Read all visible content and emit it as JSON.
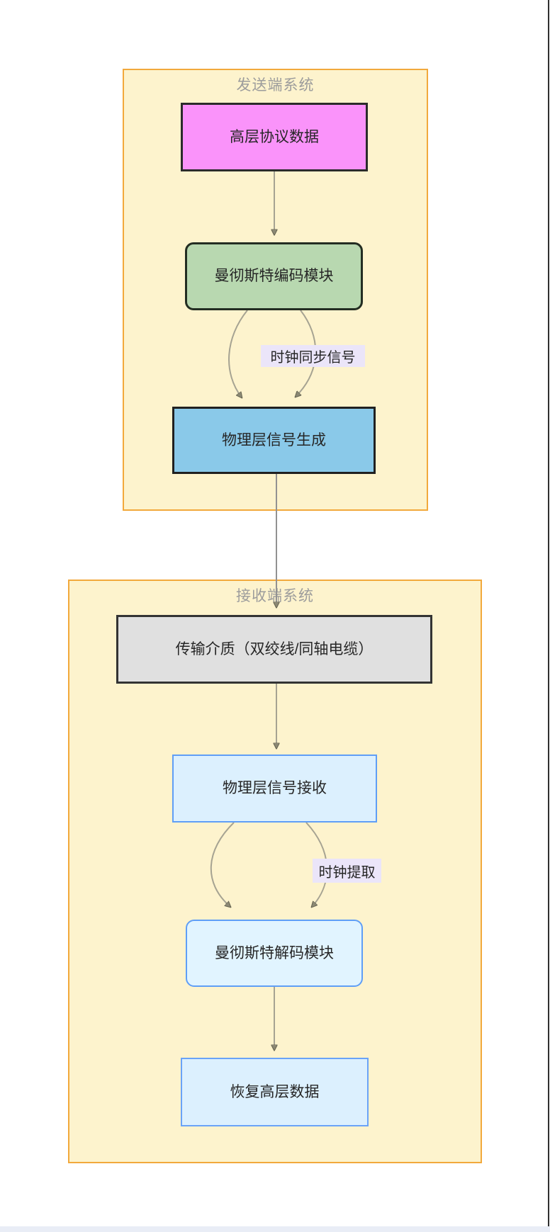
{
  "sender": {
    "title": "发送端系统",
    "nodes": {
      "high_layer": {
        "label": "高层协议数据"
      },
      "encoder": {
        "label": "曼彻斯特编码模块"
      },
      "signal_gen": {
        "label": "物理层信号生成"
      }
    },
    "edge_label": "时钟同步信号"
  },
  "receiver": {
    "title": "接收端系统",
    "nodes": {
      "medium": {
        "label": "传输介质（双绞线/同轴电缆）"
      },
      "signal_rx": {
        "label": "物理层信号接收"
      },
      "decoder": {
        "label": "曼彻斯特解码模块"
      },
      "recover": {
        "label": "恢复高层数据"
      }
    },
    "edge_label": "时钟提取"
  },
  "colors": {
    "container_fill": "#fdf3cd",
    "container_border": "#f2a93c",
    "title_color": "#9c9c9c",
    "node_text": "#262626",
    "pink_fill": "#fa93fa",
    "pink_border": "#2b2b2b",
    "green_fill": "#b8d8b0",
    "green_border": "#232d22",
    "skyblue_fill": "#8ac9e9",
    "skyblue_border": "#202020",
    "gray_fill": "#e0e0e0",
    "gray_border": "#333333",
    "lightblue_fill": "#dcf0fe",
    "lightblue_border": "#5f9ef6",
    "label_bg": "#ebe5f9",
    "edge_color": "#a6a392",
    "edge2_color": "#929292",
    "arrow_fill": "#8b8874",
    "arrow_stroke": "#64624f",
    "scrollbar_track": "#e9edf6",
    "window_divider": "#2f2f2f"
  }
}
